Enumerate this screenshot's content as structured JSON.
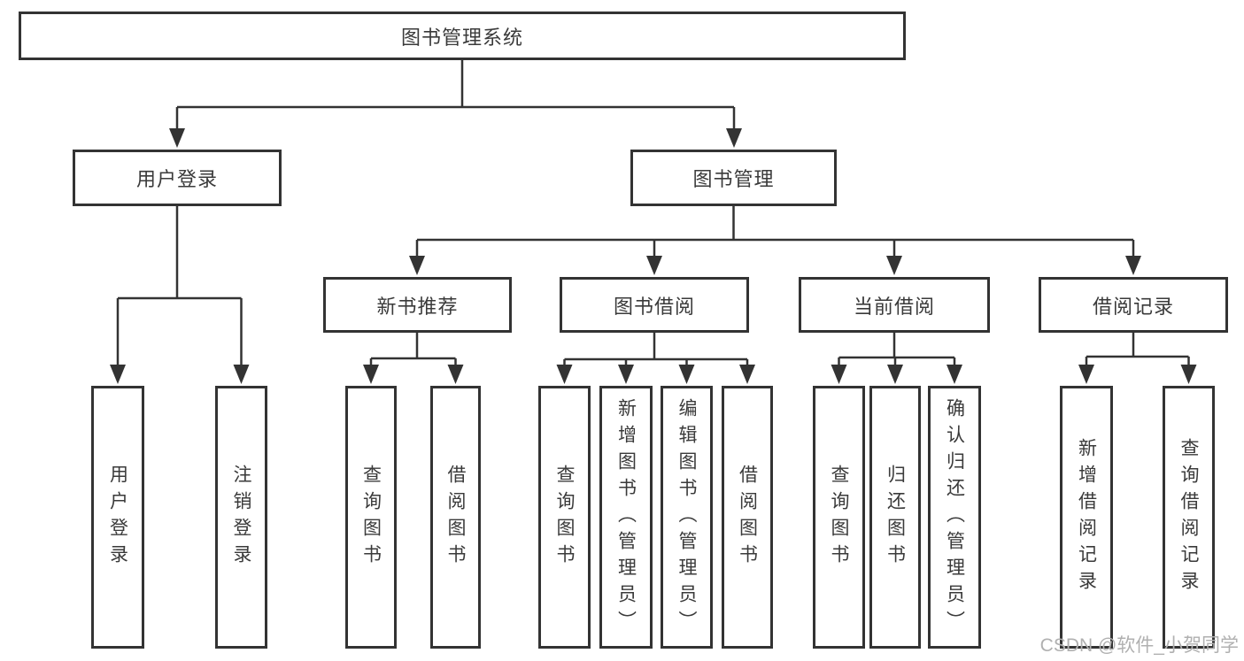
{
  "tree": {
    "label": "图书管理系统",
    "children": [
      {
        "label": "用户登录",
        "children": [
          {
            "label": "用户登录"
          },
          {
            "label": "注销登录"
          }
        ]
      },
      {
        "label": "图书管理",
        "children": [
          {
            "label": "新书推荐",
            "children": [
              {
                "label": "查询图书"
              },
              {
                "label": "借阅图书"
              }
            ]
          },
          {
            "label": "图书借阅",
            "children": [
              {
                "label": "查询图书"
              },
              {
                "label": "新增图书（管理员）"
              },
              {
                "label": "编辑图书（管理员）"
              },
              {
                "label": "借阅图书"
              }
            ]
          },
          {
            "label": "当前借阅",
            "children": [
              {
                "label": "查询图书"
              },
              {
                "label": "归还图书"
              },
              {
                "label": "确认归还（管理员）"
              }
            ]
          },
          {
            "label": "借阅记录",
            "children": [
              {
                "label": "新增借阅记录"
              },
              {
                "label": "查询借阅记录"
              }
            ]
          }
        ]
      }
    ]
  },
  "watermark": {
    "text": "CSDN @软件_小贺同学"
  },
  "colors": {
    "line": "#333333",
    "text": "#3a3a3a",
    "watermark": "#b0b0b0",
    "background": "#ffffff"
  }
}
